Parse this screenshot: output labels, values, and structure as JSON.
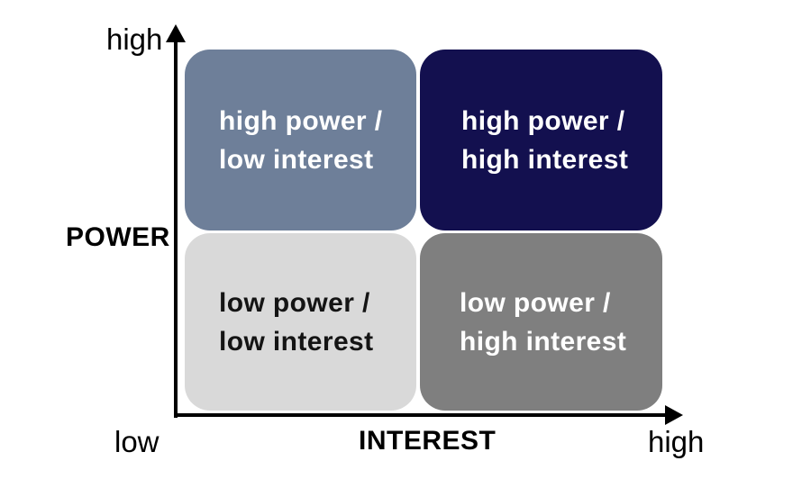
{
  "axes": {
    "y": {
      "name": "POWER",
      "high_label": "high"
    },
    "x": {
      "name": "INTEREST",
      "high_label": "high"
    },
    "origin_label": "low"
  },
  "quadrants": {
    "top_left": {
      "line1": "high power /",
      "line2": "low interest"
    },
    "top_right": {
      "line1": "high power /",
      "line2": "high interest"
    },
    "bottom_left": {
      "line1": "low power /",
      "line2": "low interest"
    },
    "bottom_right": {
      "line1": "low power /",
      "line2": "high interest"
    }
  },
  "colors": {
    "background": "#FFFFFF",
    "axis": "#000000",
    "quadrant_top_left_bg": "#6E7F99",
    "quadrant_top_right_bg": "#13104F",
    "quadrant_bottom_left_bg": "#D9D9D9",
    "quadrant_bottom_right_bg": "#7F7F7F",
    "quadrant_light_text": "#FFFFFF",
    "quadrant_dark_text": "#141414"
  }
}
